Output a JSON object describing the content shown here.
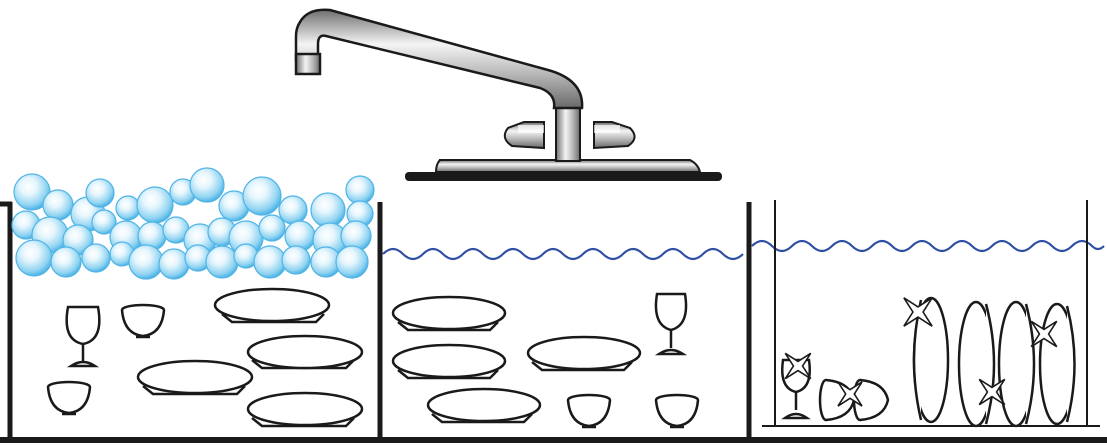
{
  "scene": {
    "colors": {
      "outline": "#1a1a1a",
      "water": "#2f4fa3",
      "bubble_fill": "#8fd3f1",
      "bubble_highlight": "#ffffff",
      "bubble_edge": "#4fb4e6",
      "faucet_metal": "#a9a9a9",
      "faucet_highlight": "#f2f2f2"
    },
    "sinks": [
      {
        "name": "wash-sink",
        "contents": [
          "foam",
          "wine-glass",
          "bowl",
          "bowl",
          "plate",
          "plate",
          "plate",
          "plate"
        ]
      },
      {
        "name": "rinse-sink",
        "contents": [
          "water",
          "plate",
          "plate",
          "plate",
          "plate",
          "wine-glass",
          "bowl",
          "bowl"
        ]
      },
      {
        "name": "sanitize-sink",
        "contents": [
          "water",
          "dish-rack",
          "wine-glass",
          "bowl",
          "bowl",
          "plate",
          "plate",
          "plate",
          "plate"
        ]
      }
    ],
    "icons": [
      "faucet-icon",
      "sparkle-icon"
    ]
  }
}
